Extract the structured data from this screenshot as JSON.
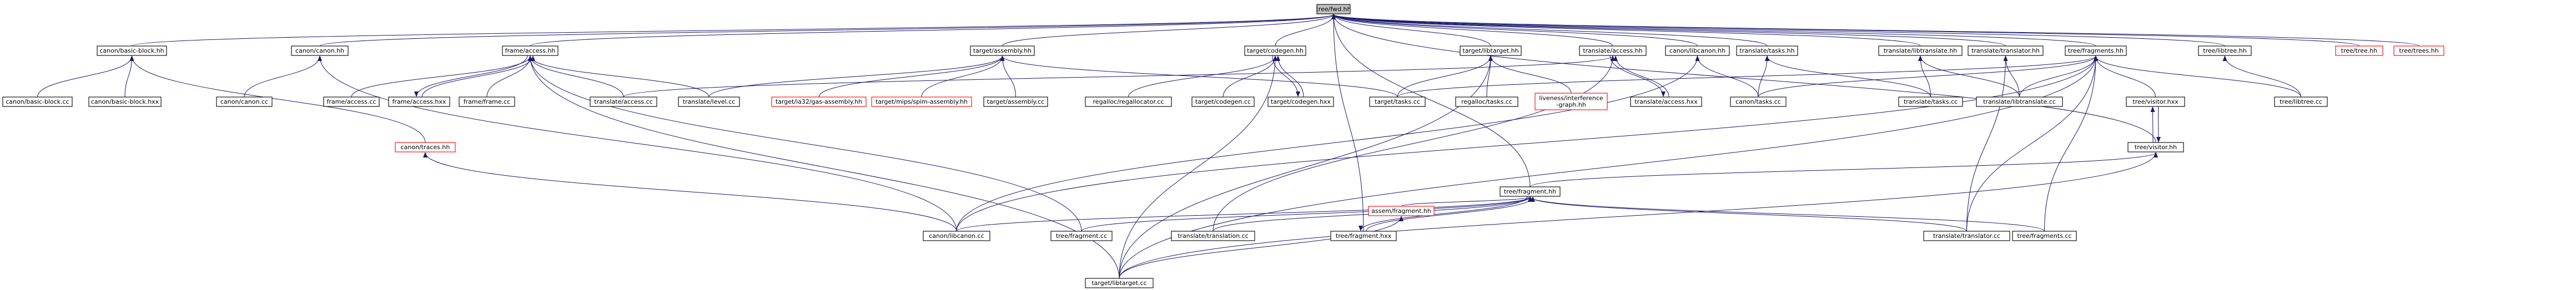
{
  "colors": {
    "edge": "#191970",
    "node_border": "#000000",
    "broken_border": "#ff0000",
    "root_fill": "#bfbfbf",
    "node_fill": "#ffffff"
  },
  "nodes": [
    {
      "id": "tree_fwd",
      "label": "tree/fwd.hh",
      "kind": "root"
    },
    {
      "id": "canon_basic_block_hh",
      "label": "canon/basic-block.hh"
    },
    {
      "id": "canon_canon_hh",
      "label": "canon/canon.hh"
    },
    {
      "id": "frame_access_hh",
      "label": "frame/access.hh"
    },
    {
      "id": "target_assembly_hh",
      "label": "target/assembly.hh"
    },
    {
      "id": "target_codegen_hh",
      "label": "target/codegen.hh"
    },
    {
      "id": "target_libtarget_hh",
      "label": "target/libtarget.hh"
    },
    {
      "id": "translate_access_hh",
      "label": "translate/access.hh"
    },
    {
      "id": "canon_libcanon_hh",
      "label": "canon/libcanon.hh"
    },
    {
      "id": "translate_tasks_hh",
      "label": "translate/tasks.hh"
    },
    {
      "id": "translate_libtranslate_hh",
      "label": "translate/libtranslate.hh"
    },
    {
      "id": "translate_translator_hh",
      "label": "translate/translator.hh"
    },
    {
      "id": "tree_fragments_hh",
      "label": "tree/fragments.hh"
    },
    {
      "id": "tree_libtree_hh",
      "label": "tree/libtree.hh"
    },
    {
      "id": "tree_tree_hh",
      "label": "tree/tree.hh",
      "kind": "broken"
    },
    {
      "id": "tree_trees_hh",
      "label": "tree/trees.hh",
      "kind": "broken"
    },
    {
      "id": "canon_basic_block_cc",
      "label": "canon/basic-block.cc"
    },
    {
      "id": "canon_basic_block_hxx",
      "label": "canon/basic-block.hxx"
    },
    {
      "id": "canon_canon_cc",
      "label": "canon/canon.cc"
    },
    {
      "id": "frame_access_cc",
      "label": "frame/access.cc"
    },
    {
      "id": "frame_access_hxx",
      "label": "frame/access.hxx"
    },
    {
      "id": "frame_frame_cc",
      "label": "frame/frame.cc"
    },
    {
      "id": "translate_access_cc",
      "label": "translate/access.cc"
    },
    {
      "id": "translate_level_cc",
      "label": "translate/level.cc"
    },
    {
      "id": "target_ia32_gas_assembly_hh",
      "label": "target/ia32/gas-assembly.hh",
      "kind": "broken"
    },
    {
      "id": "target_mips_spim_assembly_hh",
      "label": "target/mips/spim-assembly.hh",
      "kind": "broken"
    },
    {
      "id": "target_assembly_cc",
      "label": "target/assembly.cc"
    },
    {
      "id": "regalloc_regallocator_cc",
      "label": "regalloc/regallocator.cc"
    },
    {
      "id": "target_codegen_cc",
      "label": "target/codegen.cc"
    },
    {
      "id": "target_codegen_hxx",
      "label": "target/codegen.hxx"
    },
    {
      "id": "target_tasks_cc",
      "label": "target/tasks.cc"
    },
    {
      "id": "regalloc_tasks_cc",
      "label": "regalloc/tasks.cc"
    },
    {
      "id": "liveness_interference_graph_hh",
      "label": "liveness/interference-graph.hh",
      "lines": [
        "liveness/interference",
        "-graph.hh"
      ],
      "kind": "broken"
    },
    {
      "id": "translate_access_hxx",
      "label": "translate/access.hxx"
    },
    {
      "id": "canon_tasks_cc",
      "label": "canon/tasks.cc"
    },
    {
      "id": "translate_tasks_cc",
      "label": "translate/tasks.cc"
    },
    {
      "id": "translate_libtranslate_cc",
      "label": "translate/libtranslate.cc"
    },
    {
      "id": "tree_visitor_hxx",
      "label": "tree/visitor.hxx"
    },
    {
      "id": "tree_libtree_cc",
      "label": "tree/libtree.cc"
    },
    {
      "id": "canon_traces_hh",
      "label": "canon/traces.hh",
      "kind": "broken"
    },
    {
      "id": "tree_visitor_hh",
      "label": "tree/visitor.hh"
    },
    {
      "id": "tree_fragment_hh",
      "label": "tree/fragment.hh"
    },
    {
      "id": "canon_libcanon_cc",
      "label": "canon/libcanon.cc"
    },
    {
      "id": "tree_fragment_cc",
      "label": "tree/fragment.cc"
    },
    {
      "id": "translate_translation_cc",
      "label": "translate/translation.cc"
    },
    {
      "id": "tree_fragment_hxx",
      "label": "tree/fragment.hxx"
    },
    {
      "id": "translate_translator_cc",
      "label": "translate/translator.cc"
    },
    {
      "id": "tree_fragments_cc",
      "label": "tree/fragments.cc"
    },
    {
      "id": "assem_fragment_hh",
      "label": "assem/fragment.hh",
      "kind": "broken"
    },
    {
      "id": "target_libtarget_cc",
      "label": "target/libtarget.cc"
    }
  ],
  "edges": [
    [
      "canon_basic_block_hh",
      "tree_fwd"
    ],
    [
      "canon_canon_hh",
      "tree_fwd"
    ],
    [
      "frame_access_hh",
      "tree_fwd"
    ],
    [
      "target_assembly_hh",
      "tree_fwd"
    ],
    [
      "target_codegen_hh",
      "tree_fwd"
    ],
    [
      "target_libtarget_hh",
      "tree_fwd"
    ],
    [
      "translate_access_hh",
      "tree_fwd"
    ],
    [
      "canon_libcanon_hh",
      "tree_fwd"
    ],
    [
      "translate_tasks_hh",
      "tree_fwd"
    ],
    [
      "translate_libtranslate_hh",
      "tree_fwd"
    ],
    [
      "translate_translator_hh",
      "tree_fwd"
    ],
    [
      "tree_fragments_hh",
      "tree_fwd"
    ],
    [
      "tree_libtree_hh",
      "tree_fwd"
    ],
    [
      "tree_tree_hh",
      "tree_fwd"
    ],
    [
      "tree_trees_hh",
      "tree_fwd"
    ],
    [
      "tree_visitor_hh",
      "tree_fwd"
    ],
    [
      "tree_fragment_hh",
      "tree_fwd"
    ],
    [
      "tree_fragment_hxx",
      "tree_fwd"
    ],
    [
      "canon_basic_block_cc",
      "canon_basic_block_hh"
    ],
    [
      "canon_basic_block_hxx",
      "canon_basic_block_hh"
    ],
    [
      "canon_traces_hh",
      "canon_basic_block_hh"
    ],
    [
      "canon_canon_cc",
      "canon_canon_hh"
    ],
    [
      "canon_libcanon_cc",
      "canon_canon_hh"
    ],
    [
      "frame_access_cc",
      "frame_access_hh"
    ],
    [
      "frame_access_hxx",
      "frame_access_hh"
    ],
    [
      "frame_access_hh",
      "frame_access_hxx"
    ],
    [
      "frame_frame_cc",
      "frame_access_hh"
    ],
    [
      "translate_access_cc",
      "frame_access_hh"
    ],
    [
      "translate_level_cc",
      "frame_access_hh"
    ],
    [
      "tree_fragment_cc",
      "frame_access_hh"
    ],
    [
      "target_libtarget_cc",
      "frame_access_hh"
    ],
    [
      "target_ia32_gas_assembly_hh",
      "target_assembly_hh"
    ],
    [
      "target_mips_spim_assembly_hh",
      "target_assembly_hh"
    ],
    [
      "target_assembly_cc",
      "target_assembly_hh"
    ],
    [
      "translate_level_cc",
      "target_assembly_hh"
    ],
    [
      "target_tasks_cc",
      "target_assembly_hh"
    ],
    [
      "regalloc_regallocator_cc",
      "target_codegen_hh"
    ],
    [
      "target_codegen_cc",
      "target_codegen_hh"
    ],
    [
      "target_codegen_hxx",
      "target_codegen_hh"
    ],
    [
      "target_codegen_hh",
      "target_codegen_hxx"
    ],
    [
      "target_libtarget_cc",
      "target_codegen_hh"
    ],
    [
      "target_tasks_cc",
      "target_libtarget_hh"
    ],
    [
      "regalloc_tasks_cc",
      "target_libtarget_hh"
    ],
    [
      "liveness_interference_graph_hh",
      "target_libtarget_hh"
    ],
    [
      "target_libtarget_cc",
      "target_libtarget_hh"
    ],
    [
      "translate_access_hxx",
      "translate_access_hh"
    ],
    [
      "translate_access_hh",
      "translate_access_hxx"
    ],
    [
      "translate_access_cc",
      "translate_access_hh"
    ],
    [
      "translate_translation_cc",
      "translate_access_hh"
    ],
    [
      "canon_tasks_cc",
      "canon_libcanon_hh"
    ],
    [
      "canon_libcanon_cc",
      "canon_libcanon_hh"
    ],
    [
      "translate_tasks_cc",
      "translate_tasks_hh"
    ],
    [
      "canon_tasks_cc",
      "translate_tasks_hh"
    ],
    [
      "translate_tasks_cc",
      "translate_libtranslate_hh"
    ],
    [
      "translate_libtranslate_cc",
      "translate_libtranslate_hh"
    ],
    [
      "translate_libtranslate_cc",
      "translate_translator_hh"
    ],
    [
      "translate_translator_cc",
      "translate_translator_hh"
    ],
    [
      "canon_tasks_cc",
      "tree_fragments_hh"
    ],
    [
      "target_tasks_cc",
      "tree_fragments_hh"
    ],
    [
      "tree_visitor_hxx",
      "tree_fragments_hh"
    ],
    [
      "tree_libtree_cc",
      "tree_fragments_hh"
    ],
    [
      "translate_libtranslate_cc",
      "tree_fragments_hh"
    ],
    [
      "translate_translator_cc",
      "tree_fragments_hh"
    ],
    [
      "tree_fragments_cc",
      "tree_fragments_hh"
    ],
    [
      "canon_libcanon_cc",
      "tree_fragments_hh"
    ],
    [
      "target_libtarget_cc",
      "tree_fragments_hh"
    ],
    [
      "tree_libtree_cc",
      "tree_libtree_hh"
    ],
    [
      "tree_visitor_hh",
      "tree_visitor_hxx"
    ],
    [
      "tree_visitor_hxx",
      "tree_visitor_hh"
    ],
    [
      "tree_fragment_hh",
      "tree_visitor_hh"
    ],
    [
      "target_libtarget_cc",
      "tree_visitor_hh"
    ],
    [
      "canon_libcanon_cc",
      "canon_traces_hh"
    ],
    [
      "canon_libcanon_cc",
      "tree_fragment_hh"
    ],
    [
      "tree_fragment_cc",
      "tree_fragment_hh"
    ],
    [
      "translate_translation_cc",
      "tree_fragment_hh"
    ],
    [
      "tree_fragment_hxx",
      "tree_fragment_hh"
    ],
    [
      "tree_fragment_hh",
      "tree_fragment_hxx"
    ],
    [
      "translate_translator_cc",
      "tree_fragment_hh"
    ],
    [
      "tree_fragments_cc",
      "tree_fragment_hh"
    ],
    [
      "assem_fragment_hh",
      "tree_fragment_hh"
    ],
    [
      "target_libtarget_cc",
      "assem_fragment_hh"
    ]
  ]
}
